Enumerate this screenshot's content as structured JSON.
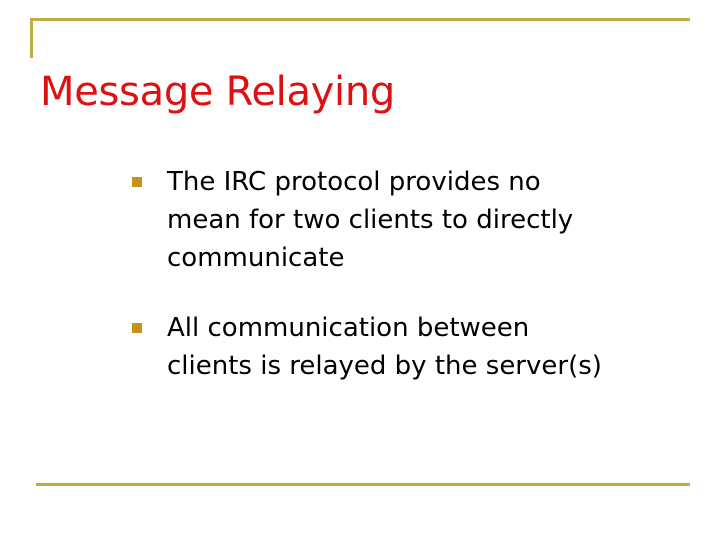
{
  "slide": {
    "title": "Message Relaying",
    "bullets": [
      {
        "marker": "square-bullet-icon",
        "text": "The IRC protocol provides no mean for two clients to directly communicate"
      },
      {
        "marker": "square-bullet-icon",
        "text": "All communication between clients is relayed by the server(s)"
      }
    ]
  },
  "colors": {
    "background": "#ffffff",
    "title_text": "#dd1111",
    "body_text": "#000000",
    "rule": "#bdad42",
    "bullet_marker": "#c89211"
  }
}
